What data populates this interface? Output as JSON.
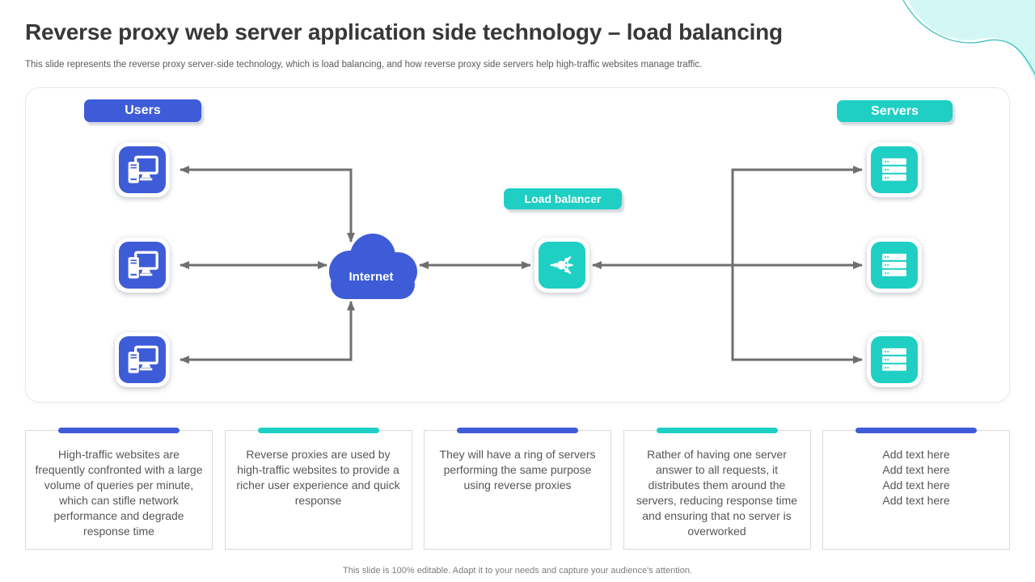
{
  "slide": {
    "title": "Reverse proxy web server application side technology – load balancing",
    "subtitle": "This slide represents the reverse proxy server-side technology, which is load balancing, and how reverse proxy side servers help high-traffic websites manage traffic.",
    "footer": "This slide is 100% editable. Adapt it to your needs and capture your audience's attention."
  },
  "colors": {
    "blue": "#3E5CD7",
    "teal": "#1FCFC4",
    "arrow": "#6F6F6F",
    "decor": "#D3F7F5"
  },
  "diagram": {
    "users_label": "Users",
    "servers_label": "Servers",
    "load_balancer_label": "Load balancer",
    "internet_label": "Internet",
    "icons": {
      "user": "desktop-computer-icon",
      "server": "server-rack-icon",
      "load_balancer": "load-balancer-icon",
      "internet": "cloud-icon"
    },
    "user_count": 3,
    "server_count": 3
  },
  "boxes": [
    {
      "accent": "#3E5CD7",
      "text": "High-traffic websites are frequently confronted with a large volume of queries per minute, which can stifle network performance and degrade response time"
    },
    {
      "accent": "#1FCFC4",
      "text": "Reverse proxies are used by high-traffic websites to provide a richer user experience and quick response"
    },
    {
      "accent": "#3E5CD7",
      "text": "They will have a ring of servers performing the same purpose using reverse proxies"
    },
    {
      "accent": "#1FCFC4",
      "text": "Rather of having one server answer to all requests, it distributes them around the servers, reducing response time and ensuring that no server is overworked"
    },
    {
      "accent": "#3E5CD7",
      "text": "Add text here\nAdd text here\nAdd text here\nAdd text here"
    }
  ]
}
